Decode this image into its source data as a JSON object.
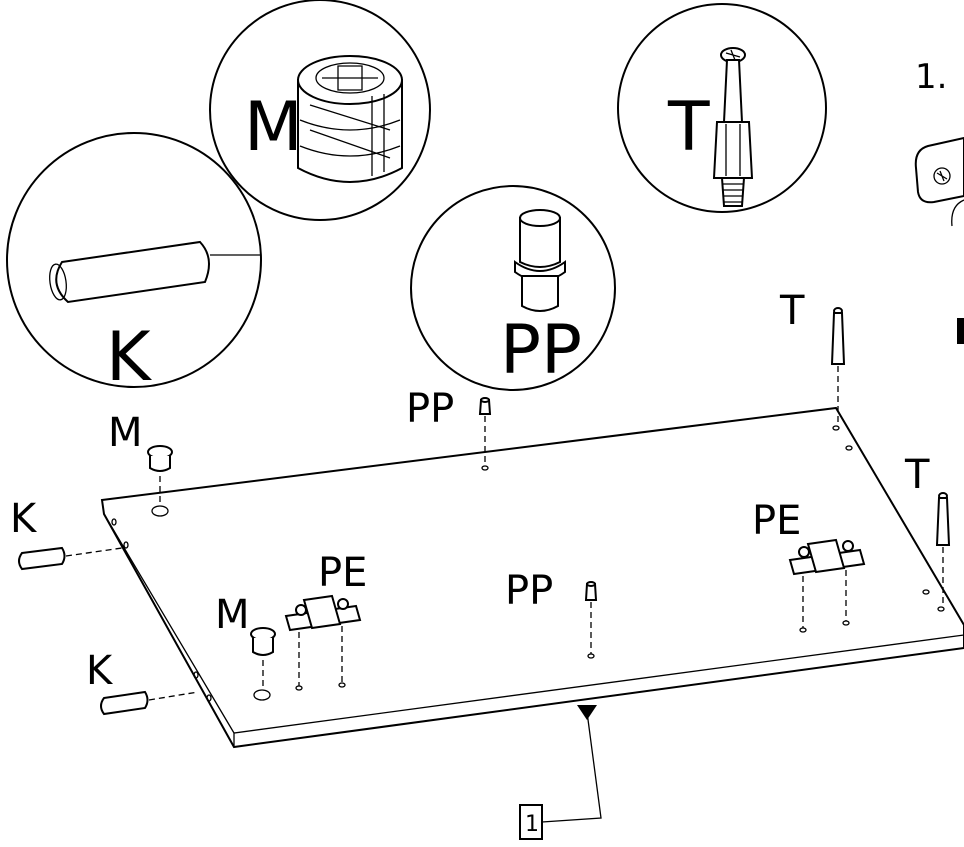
{
  "step": {
    "number": "1."
  },
  "parts": {
    "K": "K",
    "M": "M",
    "PP": "PP",
    "T": "T",
    "PE": "PE"
  },
  "panel": {
    "callout": "1"
  },
  "icons": [
    "dowel-icon",
    "cam-lock-icon",
    "shelf-pin-icon",
    "connector-bolt-icon",
    "hinge-plate-icon",
    "wall-bracket-icon"
  ],
  "colors": {
    "line": "#000000",
    "fill": "#ffffff"
  }
}
